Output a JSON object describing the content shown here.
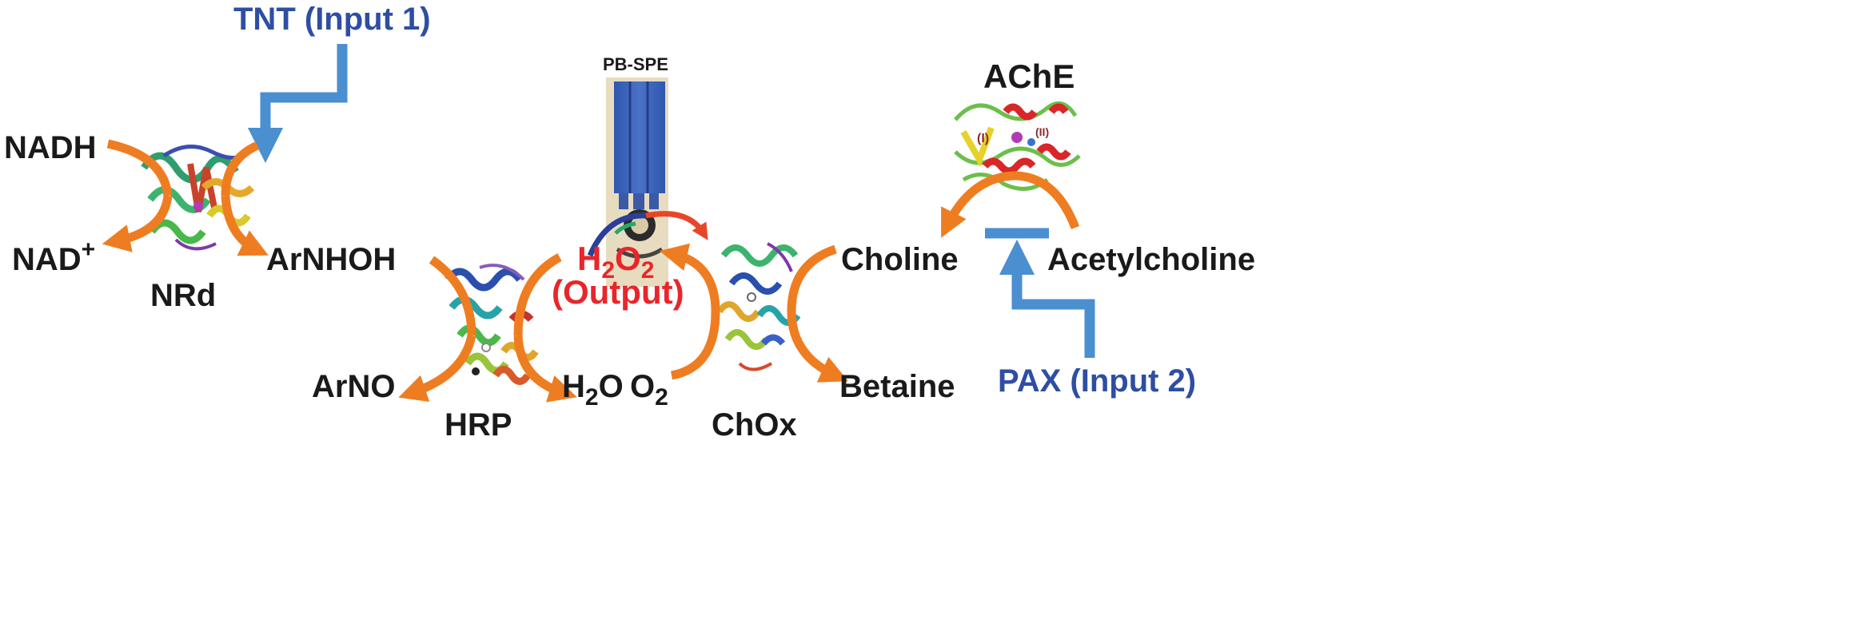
{
  "labels": {
    "tnt_input": "TNT (Input 1)",
    "pax_input": "PAX (Input 2)",
    "nadh": "NADH",
    "nad_plus": "NAD",
    "nad_plus_sup": "+",
    "nrd": "NRd",
    "arnhoh": "ArNHOH",
    "arno": "ArNO",
    "hrp": "HRP",
    "h2o_h": "H",
    "h2o_sub": "2",
    "h2o_o": "O",
    "o2_o": "O",
    "o2_sub": "2",
    "chox": "ChOx",
    "betaine": "Betaine",
    "choline": "Choline",
    "acetylcholine": "Acetylcholine",
    "ache": "AChE",
    "pb_spe": "PB-SPE",
    "h2o2_h": "H",
    "h2o2_sub1": "2",
    "h2o2_o": "O",
    "h2o2_sub2": "2",
    "output": "(Output)",
    "ache_site_1": "(I)",
    "ache_site_2": "(II)"
  },
  "colors": {
    "text": "#1a1a1a",
    "input_blue": "#2e4ea3",
    "input_arrow": "#4a8fd0",
    "reaction_arrow": "#ee7d22",
    "output_red": "#e8262a",
    "electrode_blue": "#3b62b8"
  }
}
